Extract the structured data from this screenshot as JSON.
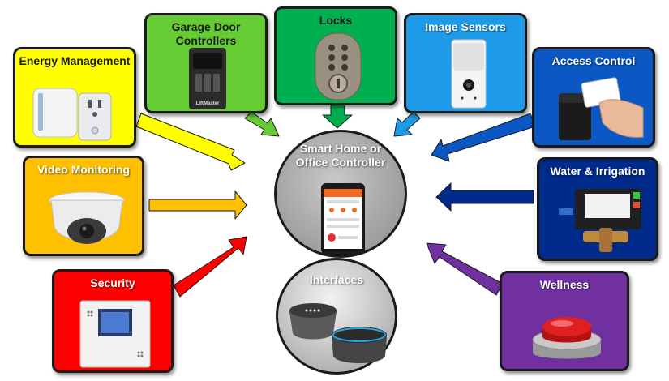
{
  "tiles": {
    "energy": {
      "label": "Energy Management",
      "color": "#ffff00",
      "icon": "smart-plug-icon"
    },
    "garage": {
      "label": "Garage Door Controllers",
      "color": "#66cc33",
      "icon": "garage-keypad-icon"
    },
    "locks": {
      "label": "Locks",
      "color": "#00b050",
      "icon": "deadbolt-icon"
    },
    "image_sensors": {
      "label": "Image Sensors",
      "color": "#1e9be8",
      "icon": "motion-camera-icon"
    },
    "access": {
      "label": "Access Control",
      "color": "#0b57c4",
      "icon": "card-reader-icon"
    },
    "video": {
      "label": "Video Monitoring",
      "color": "#ffc000",
      "icon": "dome-camera-icon"
    },
    "water": {
      "label": "Water & Irrigation",
      "color": "#002b8a",
      "icon": "water-valve-icon"
    },
    "security": {
      "label": "Security",
      "color": "#ff0000",
      "icon": "alarm-panel-icon"
    },
    "wellness": {
      "label": "Wellness",
      "color": "#7030a0",
      "icon": "panic-button-icon"
    }
  },
  "hub": {
    "label": "Smart Home or Office Controller",
    "icon": "smartphone-app-icon"
  },
  "interfaces": {
    "label": "Interfaces",
    "icon": "smart-speaker-icon"
  },
  "device_text": {
    "logo": "LiftMaster"
  }
}
